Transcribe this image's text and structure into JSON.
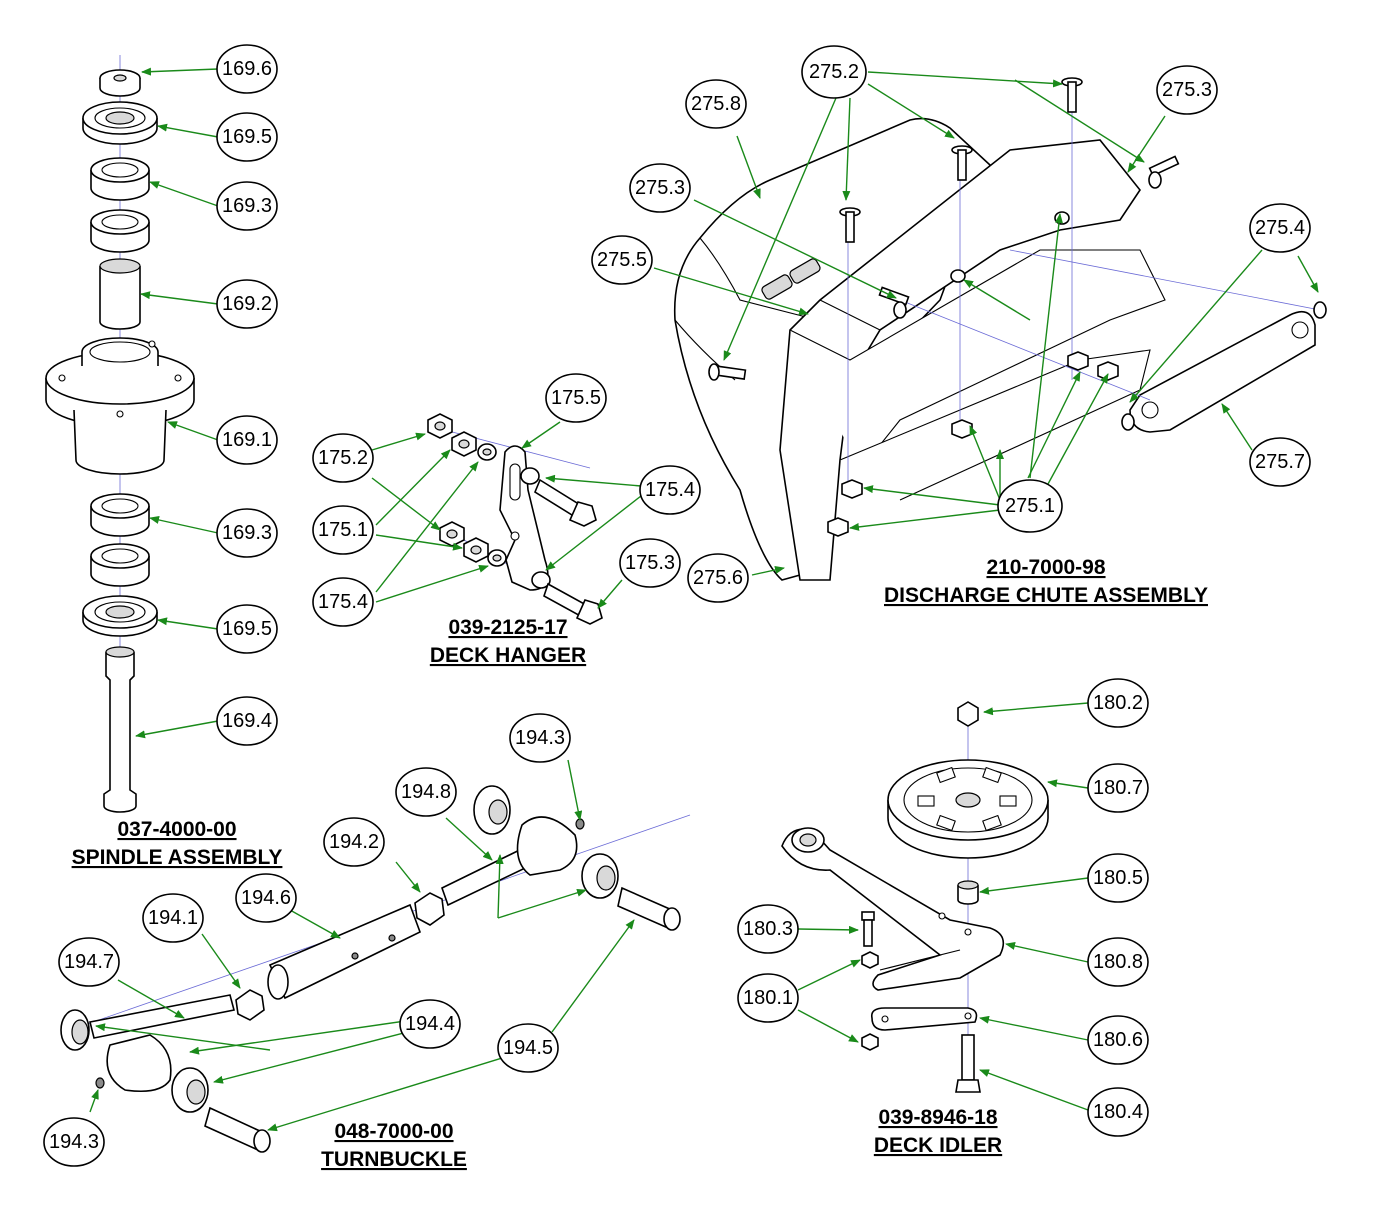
{
  "assemblies": {
    "spindle": {
      "part_number": "037-4000-00",
      "name": "SPINDLE ASSEMBLY"
    },
    "deck_hanger": {
      "part_number": "039-2125-17",
      "name": "DECK HANGER"
    },
    "discharge_chute": {
      "part_number": "210-7000-98",
      "name": "DISCHARGE CHUTE ASSEMBLY"
    },
    "turnbuckle": {
      "part_number": "048-7000-00",
      "name": "TURNBUCKLE"
    },
    "deck_idler": {
      "part_number": "039-8946-18",
      "name": "DECK IDLER"
    }
  },
  "callouts": [
    "169.6",
    "169.5",
    "169.3",
    "169.2",
    "169.1",
    "169.3",
    "169.5",
    "169.4",
    "175.5",
    "175.2",
    "175.1",
    "175.4",
    "175.4",
    "175.3",
    "275.2",
    "275.3",
    "275.8",
    "275.3",
    "275.5",
    "275.4",
    "275.7",
    "275.1",
    "275.6",
    "194.3",
    "194.8",
    "194.2",
    "194.6",
    "194.1",
    "194.7",
    "194.4",
    "194.5",
    "194.3",
    "180.2",
    "180.7",
    "180.5",
    "180.3",
    "180.8",
    "180.1",
    "180.6",
    "180.4"
  ],
  "colors": {
    "leader": "#1a8a1a",
    "centerline": "#6b6bd6",
    "outline": "#000000"
  }
}
